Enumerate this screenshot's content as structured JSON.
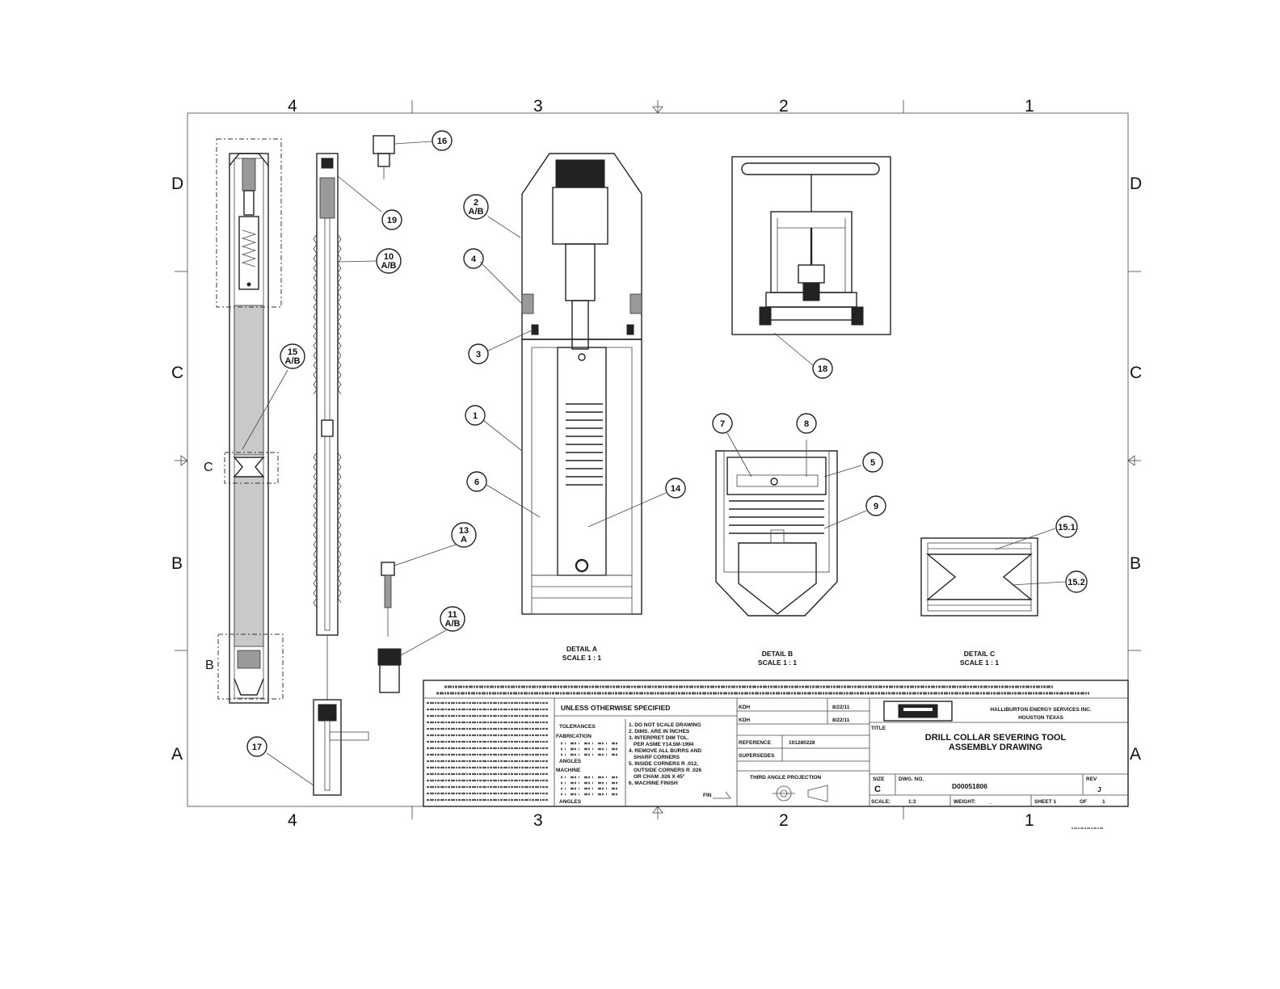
{
  "zones": {
    "top_cols": [
      "4",
      "3",
      "2",
      "1"
    ],
    "bottom_cols": [
      "4",
      "3",
      "2",
      "1"
    ],
    "left_rows": [
      "D",
      "C",
      "B",
      "A"
    ],
    "right_rows": [
      "D",
      "C",
      "B",
      "A"
    ]
  },
  "callouts": {
    "c16": "16",
    "c19": "19",
    "c10a": "10",
    "c10b": "A/B",
    "c2a": "2",
    "c2b": "A/B",
    "c4": "4",
    "c3": "3",
    "c1": "1",
    "c6": "6",
    "c14": "14",
    "c15a": "15",
    "c15b": "A/B",
    "c13a": "13",
    "c13b": "A",
    "c11a": "11",
    "c11b": "A/B",
    "c17": "17",
    "c18": "18",
    "c7": "7",
    "c8": "8",
    "c5": "5",
    "c9": "9",
    "c151": "15.1",
    "c152": "15.2"
  },
  "section_letters": {
    "c": "C",
    "b": "B"
  },
  "details": {
    "a_title": "DETAIL A",
    "a_scale": "SCALE 1 : 1",
    "b_title": "DETAIL B",
    "b_scale": "SCALE 1 : 1",
    "c_title": "DETAIL C",
    "c_scale": "SCALE 1 : 1"
  },
  "title_block": {
    "unless": "UNLESS OTHERWISE SPECIFIED",
    "tolerances": "TOLERANCES",
    "fabrication": "FABRICATION",
    "machine": "MACHINE",
    "angles": "ANGLES",
    "notes": [
      "1. DO NOT SCALE DRAWING",
      "2. DIMS. ARE IN INCHES",
      "3. INTERPRET DIM TOL.",
      "PER ASME Y14.5M-1994",
      "4. REMOVE ALL BURRS AND",
      "SHARP CORNERS",
      "5. INSIDE CORNERS R .012,",
      "OUTSIDE CORNERS R .026",
      "OR CHAM .026 X 45°",
      "6. MACHINE FINISH"
    ],
    "fin": "FIN",
    "drawn_by": "KDH",
    "drawn_date": "8/22/11",
    "checked_by": "KDH",
    "checked_date": "8/22/11",
    "reference_label": "REFERENCE",
    "reference_value": "101280228",
    "supersedes_label": "SUPERSEDES",
    "third_angle": "THIRD ANGLE PROJECTION",
    "company": "HALLIBURTON ENERGY SERVICES INC.",
    "city": "HOUSTON TEXAS",
    "title_label": "TITLE",
    "title_line1": "DRILL COLLAR SEVERING TOOL",
    "title_line2": "ASSEMBLY DRAWING",
    "size_label": "SIZE",
    "size_value": "C",
    "dwg_label": "DWG. NO.",
    "dwg_value": "D00051806",
    "rev_label": "REV",
    "rev_value": "J",
    "scale_label": "SCALE:",
    "scale_value": "1:3",
    "weight_label": "WEIGHT:",
    "weight_value": "_",
    "sheet_label": "SHEET 1",
    "of_label": "OF",
    "of_value": "1"
  }
}
